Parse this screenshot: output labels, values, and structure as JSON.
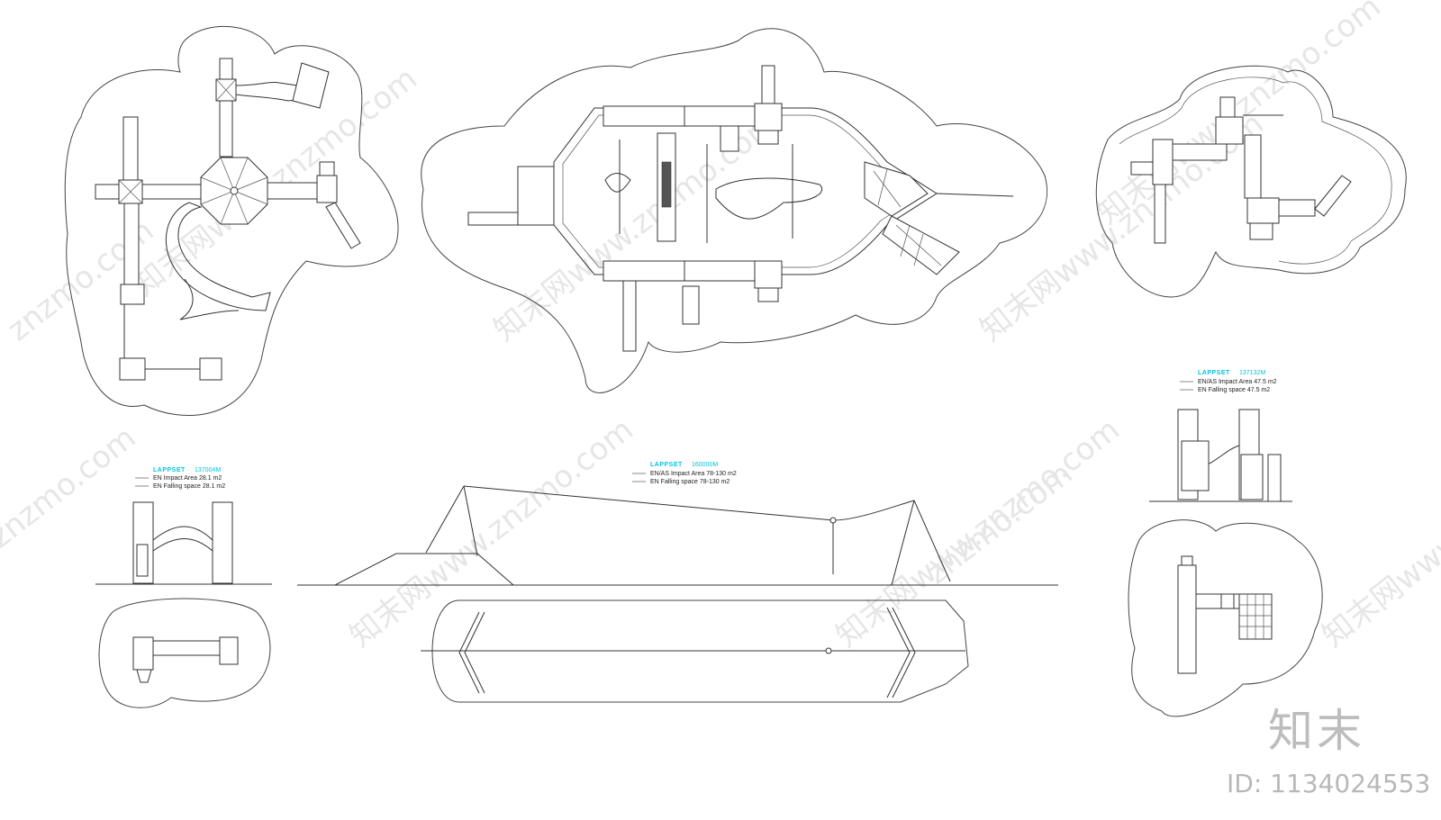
{
  "drawings": {
    "arch_bridge": {
      "brand": "LAPPSET",
      "code": "137004M",
      "impact_area": "EN Impact Area 28.1 m2",
      "falling_space": "EN Falling space 28.1 m2"
    },
    "zipline": {
      "brand": "LAPPSET",
      "code": "160000M",
      "impact_area": "EN/AS Impact Area 78-130 m2",
      "falling_space": "EN Falling space 78-130 m2"
    },
    "tower_set": {
      "brand": "LAPPSET",
      "code": "137132M",
      "impact_area": "EN/AS Impact Area 47.5 m2",
      "falling_space": "EN Falling space 47.5 m2"
    }
  },
  "watermark": {
    "site_text": "znzmo.com",
    "cn_text": "知末网www.znzmo.com",
    "logo": "知末",
    "image_id": "ID: 1134024553"
  },
  "colors": {
    "line": "#333333",
    "brand_accent": "#00c4e0",
    "watermark": "#e6e6e6",
    "logo": "#bdbdbd"
  }
}
